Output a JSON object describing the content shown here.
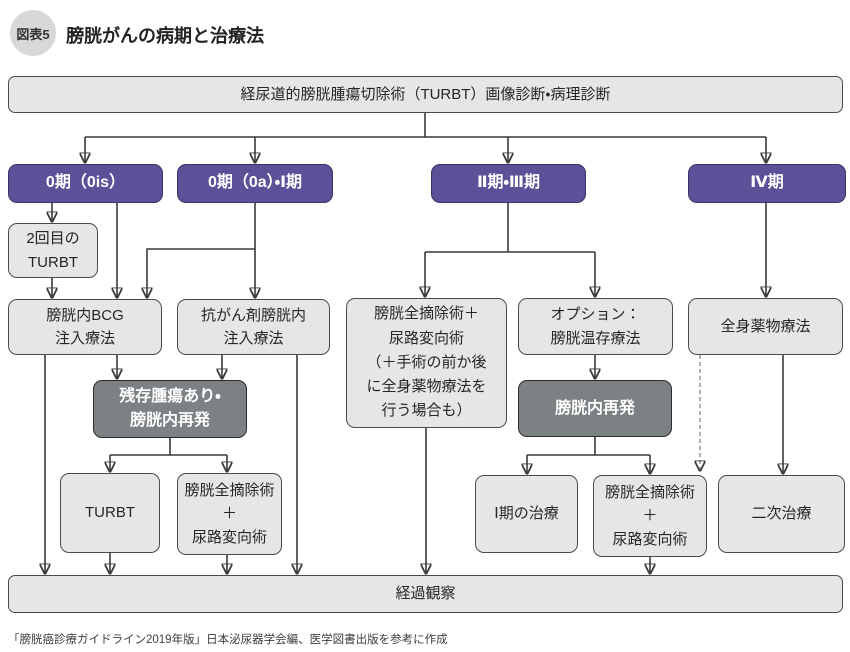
{
  "figure": {
    "badge": "図表5",
    "title": "膀胱がんの病期と治療法",
    "footer": "「膀胱癌診療ガイドライン2019年版」日本泌尿器学会編、医学図書出版を参考に作成"
  },
  "flowchart": {
    "root": "経尿道的膀胱腫瘍切除術（TURBT）画像診断・病理診断",
    "stages": [
      {
        "id": "stage-0is",
        "label": "0期（0is）"
      },
      {
        "id": "stage-0a-1",
        "label": "0期（0a）・Ⅰ期"
      },
      {
        "id": "stage-2-3",
        "label": "Ⅱ期・Ⅲ期"
      },
      {
        "id": "stage-4",
        "label": "Ⅳ期"
      }
    ],
    "nodes": {
      "turbt_repeat": "2回目の\nTURBT",
      "bcg_instillation": "膀胱内BCG\n注入療法",
      "chemo_instillation": "抗がん剤膀胱内\n注入療法",
      "residual_recurrence": "残存腫瘍あり・\n膀胱内再発",
      "turbt": "TURBT",
      "cystectomy_0": "膀胱全摘除術\n＋\n尿路変向術",
      "cystectomy_23": "膀胱全摘除術＋\n尿路変向術\n（＋手術の前か後\nに全身薬物療法を\n行う場合も）",
      "bladder_preserve": "オプション：\n膀胱温存療法",
      "recurrence": "膀胱内再発",
      "stage1_treatment": "Ⅰ期の治療",
      "cystectomy_r": "膀胱全摘除術\n＋\n尿路変向術",
      "systemic_drug": "全身薬物療法",
      "second_line": "二次治療",
      "followup": "経過観察"
    }
  },
  "colors": {
    "stage_header": "#5b5199",
    "recurrence_node": "#7c8184",
    "treatment_node": "#e6e6e7",
    "connector": "#3a3a3a",
    "dashed_connector": "#9aa0a3"
  }
}
